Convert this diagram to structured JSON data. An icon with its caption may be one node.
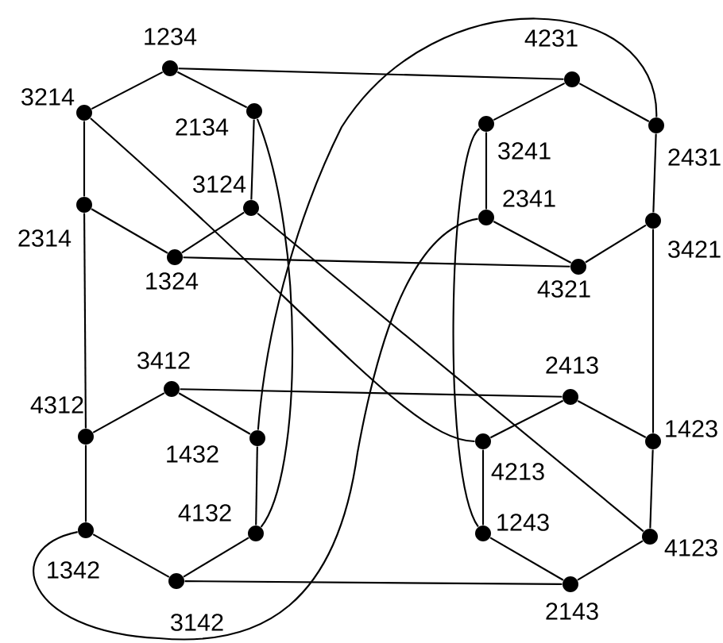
{
  "diagram": {
    "nodes": [
      {
        "text": [
          "1234"
        ]
      },
      {
        "text": [
          "3214"
        ]
      },
      {
        "text": [
          "2134"
        ]
      },
      {
        "text": [
          "3124"
        ]
      },
      {
        "text": [
          "2314"
        ]
      },
      {
        "text": [
          "1324"
        ]
      },
      {
        "text": [
          "4231"
        ]
      },
      {
        "text": [
          "3241"
        ]
      },
      {
        "text": [
          "2431"
        ]
      },
      {
        "text": [
          "2341"
        ]
      },
      {
        "text": [
          "3421"
        ]
      },
      {
        "text": [
          "4321"
        ]
      },
      {
        "text": [
          "3412"
        ]
      },
      {
        "text": [
          "4312"
        ]
      },
      {
        "text": [
          "1432"
        ]
      },
      {
        "text": [
          "4132"
        ]
      },
      {
        "text": [
          "1342"
        ]
      },
      {
        "text": [
          "3142"
        ]
      },
      {
        "text": [
          "2413"
        ]
      },
      {
        "text": [
          "4213"
        ]
      },
      {
        "text": [
          "1423"
        ]
      },
      {
        "text": [
          "1243"
        ]
      },
      {
        "text": [
          "4123"
        ]
      },
      {
        "text": [
          "2143"
        ]
      }
    ],
    "edges": [
      {
        "from": 0,
        "to": 1,
        "arrow": "none"
      },
      {
        "from": 0,
        "to": 2,
        "arrow": "none"
      },
      {
        "from": 2,
        "to": 3,
        "arrow": "none"
      },
      {
        "from": 3,
        "to": 5,
        "arrow": "none"
      },
      {
        "from": 5,
        "to": 4,
        "arrow": "none"
      },
      {
        "from": 4,
        "to": 1,
        "arrow": "none"
      },
      {
        "from": 6,
        "to": 7,
        "arrow": "none"
      },
      {
        "from": 6,
        "to": 8,
        "arrow": "none"
      },
      {
        "from": 7,
        "to": 9,
        "arrow": "none"
      },
      {
        "from": 9,
        "to": 11,
        "arrow": "none"
      },
      {
        "from": 11,
        "to": 10,
        "arrow": "none"
      },
      {
        "from": 10,
        "to": 8,
        "arrow": "none"
      },
      {
        "from": 12,
        "to": 13,
        "arrow": "none"
      },
      {
        "from": 12,
        "to": 14,
        "arrow": "none"
      },
      {
        "from": 14,
        "to": 15,
        "arrow": "none"
      },
      {
        "from": 15,
        "to": 17,
        "arrow": "none"
      },
      {
        "from": 17,
        "to": 16,
        "arrow": "none"
      },
      {
        "from": 16,
        "to": 13,
        "arrow": "none"
      },
      {
        "from": 18,
        "to": 19,
        "arrow": "none"
      },
      {
        "from": 18,
        "to": 20,
        "arrow": "none"
      },
      {
        "from": 19,
        "to": 21,
        "arrow": "none"
      },
      {
        "from": 21,
        "to": 23,
        "arrow": "none"
      },
      {
        "from": 23,
        "to": 22,
        "arrow": "none"
      },
      {
        "from": 22,
        "to": 20,
        "arrow": "none"
      },
      {
        "from": 0,
        "to": 6,
        "arrow": "none"
      },
      {
        "from": 1,
        "to": 19,
        "arrow": "none"
      },
      {
        "from": 2,
        "to": 15,
        "arrow": "none"
      },
      {
        "from": 3,
        "to": 22,
        "arrow": "none"
      },
      {
        "from": 4,
        "to": 13,
        "arrow": "none"
      },
      {
        "from": 5,
        "to": 11,
        "arrow": "none"
      },
      {
        "from": 7,
        "to": 21,
        "arrow": "none"
      },
      {
        "from": 8,
        "to": 14,
        "arrow": "none"
      },
      {
        "from": 9,
        "to": 16,
        "arrow": "none"
      },
      {
        "from": 10,
        "to": 20,
        "arrow": "none"
      },
      {
        "from": 12,
        "to": 18,
        "arrow": "none"
      },
      {
        "from": 17,
        "to": 23,
        "arrow": "none"
      }
    ]
  }
}
